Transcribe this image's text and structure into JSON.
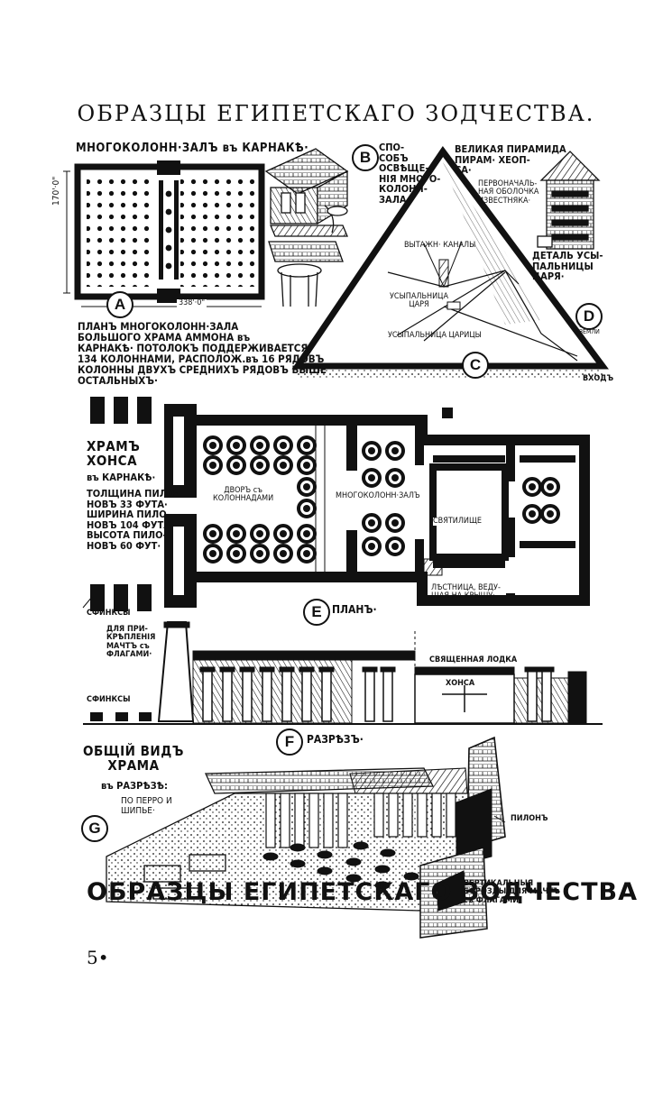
{
  "title": "ОБРАЗЦЫ ЕГИПЕТСКАГО ЗОДЧЕСТВА.",
  "page_number": "5•",
  "panels": {
    "A": {
      "letter": "A",
      "heading": "МНОГОКОЛОНН·ЗАЛЪ въ КАРНАКѢ·",
      "dim_height": "170'·0\"",
      "dim_width": "338'·0\"",
      "caption": "ПЛАНЪ МНОГОКОЛОНН·ЗАЛА\nБОЛЬШОГО ХРАМА АММОНА въ\nКАРНАКѢ· ПОТОЛОКЪ ПОДДЕРЖИВАЕТСЯ\n134 КОЛОННАМИ, РАСПОЛОЖ.въ 16 РЯДОВЪ\nКОЛОННЫ ДВУХЪ СРЕДНИХЪ РЯДОВЪ ВЫШЕ\nОСТАЛЬНЫХЪ·"
    },
    "B": {
      "letter": "B",
      "caption": "СПО-\nСОБЪ\nОСВѢЩЕ-\nНІЯ МНОГО-\nКОЛОНН-\nЗАЛА·"
    },
    "C": {
      "letter": "C",
      "heading": "ВЕЛИКАЯ ПИРАМИДА\nПИРАМ· ХЕОП-\nСА·",
      "outer_casing": "ПЕРВОНАЧАЛЬ-\nНАЯ ОБОЛОЧКА\nИЗВЕСТНЯКА·",
      "shafts": "ВЫТАЖН· КАНАЛЫ",
      "kings_tomb": "УСЫПАЛЬНИЦА\nЦАРЯ",
      "queens_tomb": "УСЫПАЛЬНИЦА ЦАРИЦЫ",
      "ground_level": "УРОВ·\nЗЕМЛИ",
      "entrance": "ВХОДЪ"
    },
    "D": {
      "letter": "D",
      "caption": "ДЕТАЛЬ УСЫ-\nПАЛЬНИЦЫ\nЦАРЯ·"
    },
    "E": {
      "letter": "E",
      "heading": "ХРАМЪ\nХОНСА",
      "subheading": "въ КАРНАКѢ·",
      "specs": "ТОЛЩИНА ПИЛО-\nНОВЪ 33 ФУТА·\nШИРИНА ПИЛО-\nНОВЪ 104 ФУТА·\nВЫСОТА ПИЛО-\nНОВЪ 60 ФУТ·",
      "sphinxes": "СФИНКСЫ",
      "court": "ДВОРЪ съ\nКОЛОННАДАМИ",
      "hypostyle": "МНОГОКОЛОНН·ЗАЛЪ",
      "sanctuary": "СВЯТИЛИЩЕ",
      "stairs": "ЛѢСТНИЦА, ВЕДУ-\nЩАЯ НА КРЫШУ·",
      "plan_label": "ПЛАНЪ·"
    },
    "F": {
      "letter": "F",
      "mast_note": "ДЛЯ ПРИ-\nКРѢПЛЕНІЯ\nМАЧТЪ съ\nФЛАГАМИ·",
      "sphinxes": "СФИНКСЫ",
      "sacred_boat": "СВЯЩЕННАЯ ЛОДКА",
      "khonsu": "ХОНСА",
      "section_label": "РАЗРѢЗЪ·"
    },
    "G": {
      "letter": "G",
      "heading": "ОБЩІЙ ВИДЪ\nХРАМА",
      "subheading": "въ РАЗРѢЗѢ:",
      "credit": "ПО ПЕРРО И\nШИПЬЕ·",
      "pylon": "ПИЛОНЪ",
      "groove": "ВЕРТИКАЛЬНЫЯ\nБОРОЗДЫ ДЛЯ МАЧТЪ\nсъ ФЛАГАМИ·"
    }
  },
  "banner": "ОБРАЗЦЫ\nЕГИПЕТСКАГО ЗОДЧЕСТВА"
}
